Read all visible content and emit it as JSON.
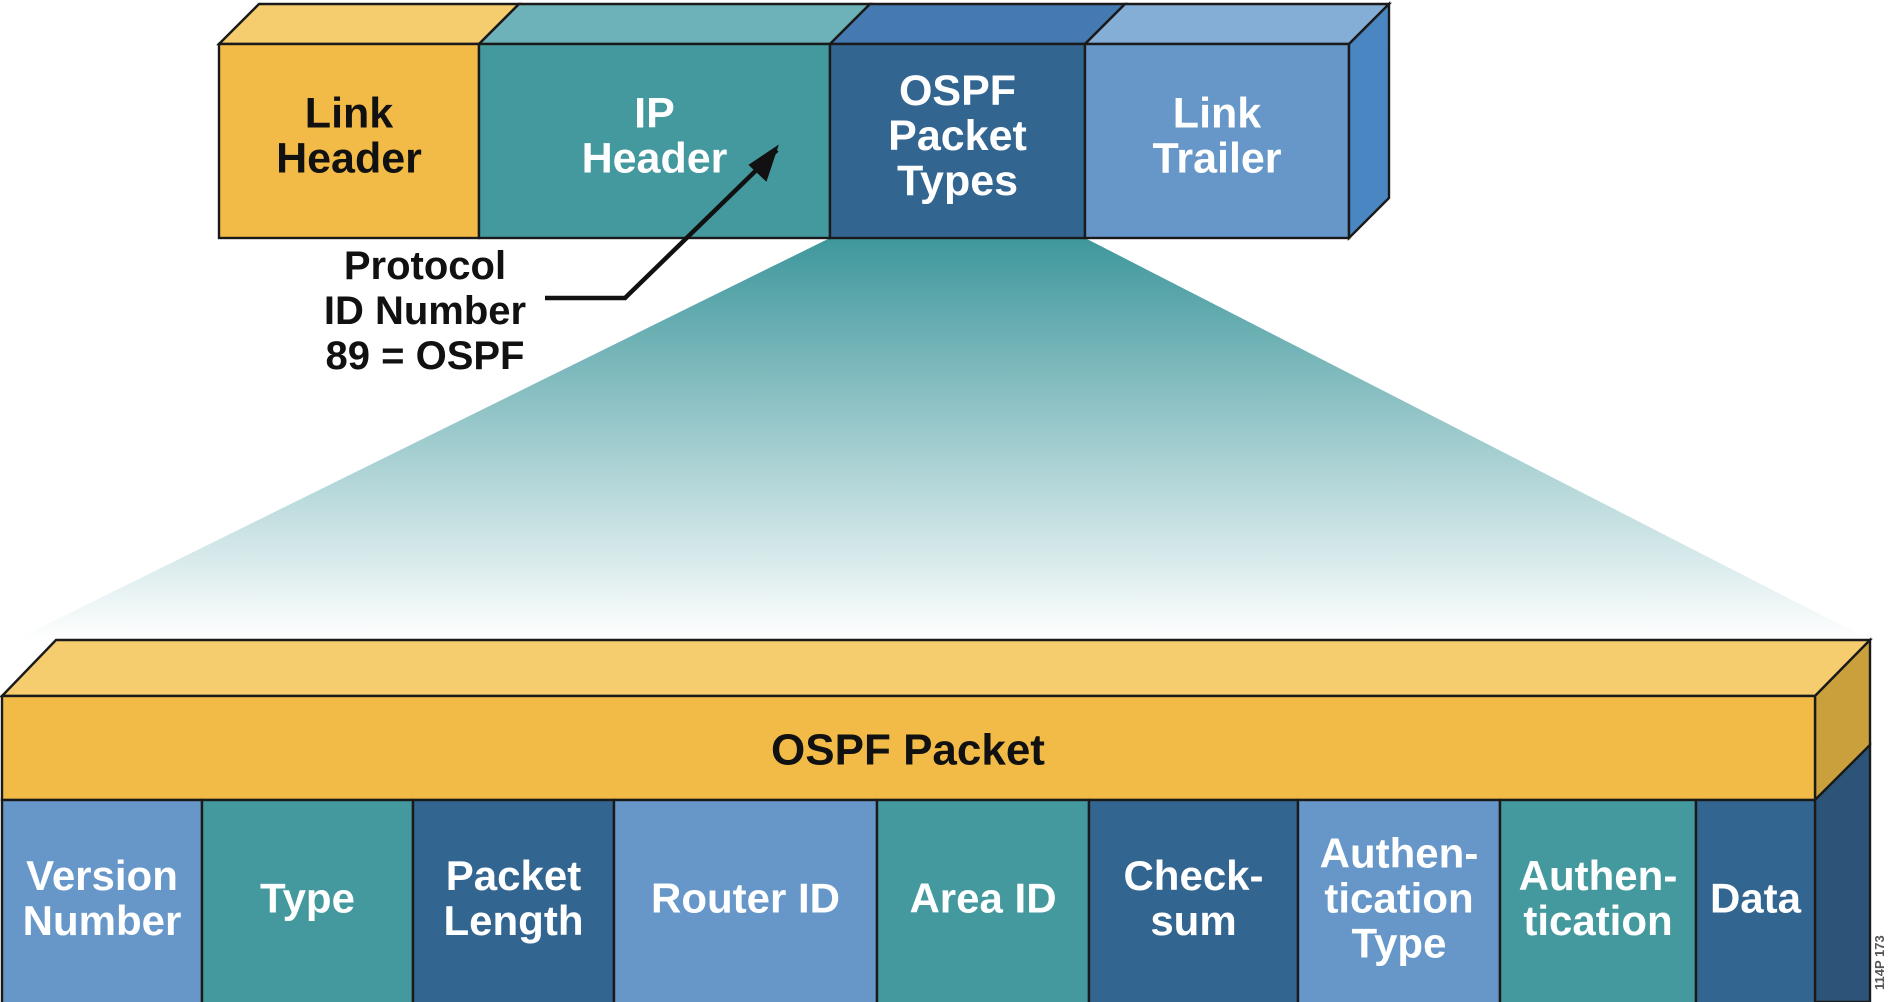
{
  "frame": {
    "segments": [
      {
        "lines": [
          "Link",
          "Header"
        ],
        "front": "#f2bb47",
        "top": "#f5cc6e",
        "text": "#111111"
      },
      {
        "lines": [
          "IP",
          "Header"
        ],
        "front": "#44999f",
        "top": "#6db2b8",
        "text": "#ffffff"
      },
      {
        "lines": [
          "OSPF",
          "Packet",
          "Types"
        ],
        "front": "#336591",
        "top": "#4479b1",
        "text": "#ffffff"
      },
      {
        "lines": [
          "Link",
          "Trailer"
        ],
        "front": "#6697c8",
        "top": "#85aed6",
        "text": "#ffffff"
      }
    ],
    "side_color": "#4a86c2"
  },
  "annotation": {
    "lines": [
      "Protocol",
      "ID Number",
      "89 = OSPF"
    ]
  },
  "packet": {
    "title": "OSPF Packet",
    "title_front": "#f2bb47",
    "title_top": "#f5cc6e",
    "title_side": "#c9a03c",
    "fields_side": "#2c5478",
    "fields": [
      {
        "lines": [
          "Version",
          "Number"
        ],
        "color": "#6697c8"
      },
      {
        "lines": [
          "Type"
        ],
        "color": "#44999f"
      },
      {
        "lines": [
          "Packet",
          "Length"
        ],
        "color": "#336591"
      },
      {
        "lines": [
          "Router ID"
        ],
        "color": "#6697c8"
      },
      {
        "lines": [
          "Area ID"
        ],
        "color": "#44999f"
      },
      {
        "lines": [
          "Check-",
          "sum"
        ],
        "color": "#336591"
      },
      {
        "lines": [
          "Authen-",
          "tication",
          "Type"
        ],
        "color": "#6697c8"
      },
      {
        "lines": [
          "Authen-",
          "tication"
        ],
        "color": "#44999f"
      },
      {
        "lines": [
          "Data"
        ],
        "color": "#336591"
      }
    ]
  },
  "colors": {
    "zoom_gradient_top": "#3e979c",
    "zoom_gradient_bottom": "#ffffff",
    "outline": "#1a1a1a"
  },
  "watermark": "114P 173"
}
